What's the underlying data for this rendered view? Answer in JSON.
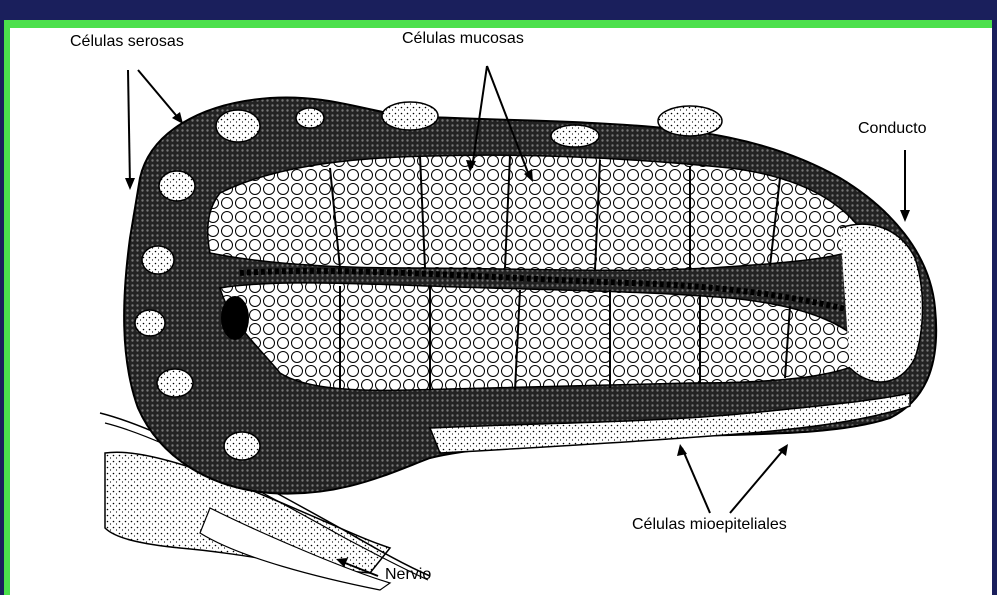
{
  "labels": {
    "serous": "Células serosas",
    "mucous": "Células mucosas",
    "duct": "Conducto",
    "myoepithelial": "Células mioepiteliales",
    "nerve": "Nervio"
  },
  "colors": {
    "frame": "#1a1f5c",
    "border": "#4ce04c",
    "background": "#ffffff",
    "ink": "#000000"
  }
}
